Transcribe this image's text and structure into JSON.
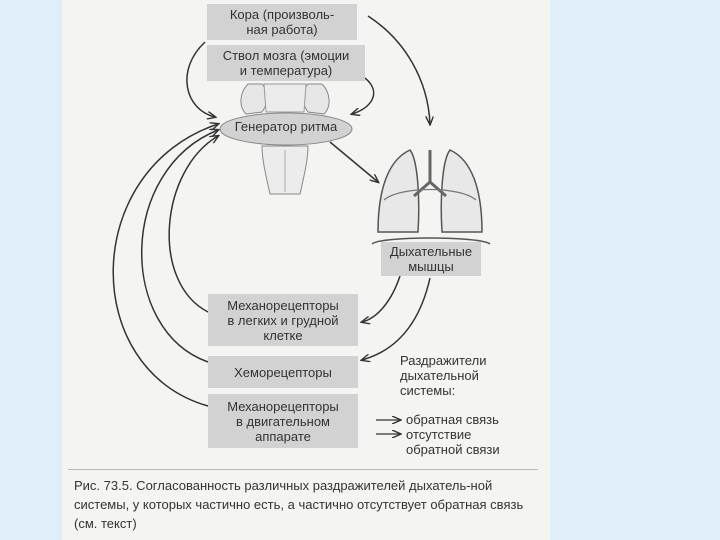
{
  "boxes": {
    "cortex": "Кора (произволь-\nная работа)",
    "brainstem": "Ствол мозга (эмоции\nи температура)",
    "generator": "Генератор ритма",
    "resp_muscles": "Дыхательные\nмышцы",
    "mech_lungs": "Механорецепторы\nв легких и грудной\nклетке",
    "chemo": "Хеморецепторы",
    "mech_motor": "Механорецепторы\nв двигательном\nаппарате"
  },
  "legend": {
    "title": "Раздражители\nдыхательной\nсистемы:",
    "feedback": "обратная связь",
    "no_feedback": "отсутствие\nобратной связи"
  },
  "caption": "Рис. 73.5. Согласованность различных раздражителей дыхатель-ной системы, у которых частично есть, а частично отсутствует обратная связь (см. текст)",
  "colors": {
    "background": "#dfeef8",
    "panel": "#f4f4f2",
    "box": "#d2d2d2",
    "arrow": "#333333"
  },
  "icons": [
    "brainstem-illustration",
    "lungs-illustration"
  ]
}
